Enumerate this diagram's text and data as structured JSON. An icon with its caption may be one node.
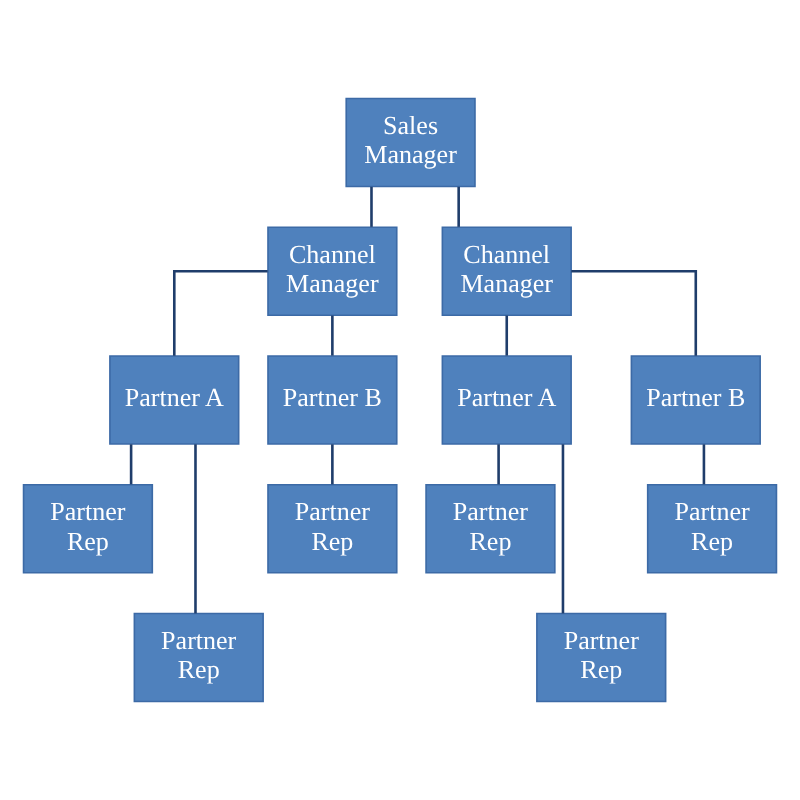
{
  "diagram": {
    "nodes": [
      {
        "text": [
          "Sales Manager"
        ]
      },
      {
        "text": [
          "Channel Manager"
        ]
      },
      {
        "text": [
          "Channel Manager"
        ]
      },
      {
        "text": [
          "Partner A"
        ]
      },
      {
        "text": [
          "Partner B"
        ]
      },
      {
        "text": [
          "Partner A"
        ]
      },
      {
        "text": [
          "Partner B"
        ]
      },
      {
        "text": [
          "Partner Rep"
        ]
      },
      {
        "text": [
          "Partner Rep"
        ]
      },
      {
        "text": [
          "Partner Rep"
        ]
      },
      {
        "text": [
          "Partner Rep"
        ]
      },
      {
        "text": [
          "Partner Rep"
        ]
      },
      {
        "text": [
          "Partner Rep"
        ]
      }
    ],
    "edges": [
      {
        "from": 0,
        "to": 1,
        "arrow": "none"
      },
      {
        "from": 0,
        "to": 2,
        "arrow": "none"
      },
      {
        "from": 1,
        "to": 3,
        "arrow": "none"
      },
      {
        "from": 1,
        "to": 4,
        "arrow": "none"
      },
      {
        "from": 2,
        "to": 5,
        "arrow": "none"
      },
      {
        "from": 2,
        "to": 6,
        "arrow": "none"
      },
      {
        "from": 3,
        "to": 7,
        "arrow": "none"
      },
      {
        "from": 3,
        "to": 11,
        "arrow": "none"
      },
      {
        "from": 4,
        "to": 8,
        "arrow": "none"
      },
      {
        "from": 5,
        "to": 9,
        "arrow": "none"
      },
      {
        "from": 5,
        "to": 12,
        "arrow": "none"
      },
      {
        "from": 6,
        "to": 10,
        "arrow": "none"
      }
    ]
  }
}
